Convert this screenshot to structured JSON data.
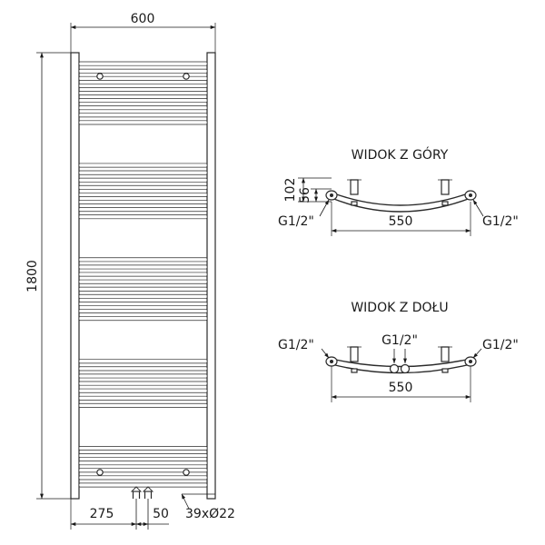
{
  "front_view": {
    "width_label": "600",
    "height_label": "1800",
    "left_offset_label": "275",
    "connector_spacing_label": "50",
    "tubes_label": "39xØ22"
  },
  "top_view": {
    "title": "WIDOK Z GÓRY",
    "depth_outer_label": "102",
    "depth_inner_label": "56",
    "left_connector_label": "G1/2\"",
    "right_connector_label": "G1/2\"",
    "width_label": "550"
  },
  "bottom_view": {
    "title": "WIDOK Z DOŁU",
    "left_connector_label": "G1/2\"",
    "center_connector_label": "G1/2\"",
    "right_connector_label": "G1/2\"",
    "width_label": "550"
  },
  "radiator": {
    "bar_count": 39,
    "group_sizes": [
      9,
      8,
      9,
      7,
      6
    ]
  }
}
